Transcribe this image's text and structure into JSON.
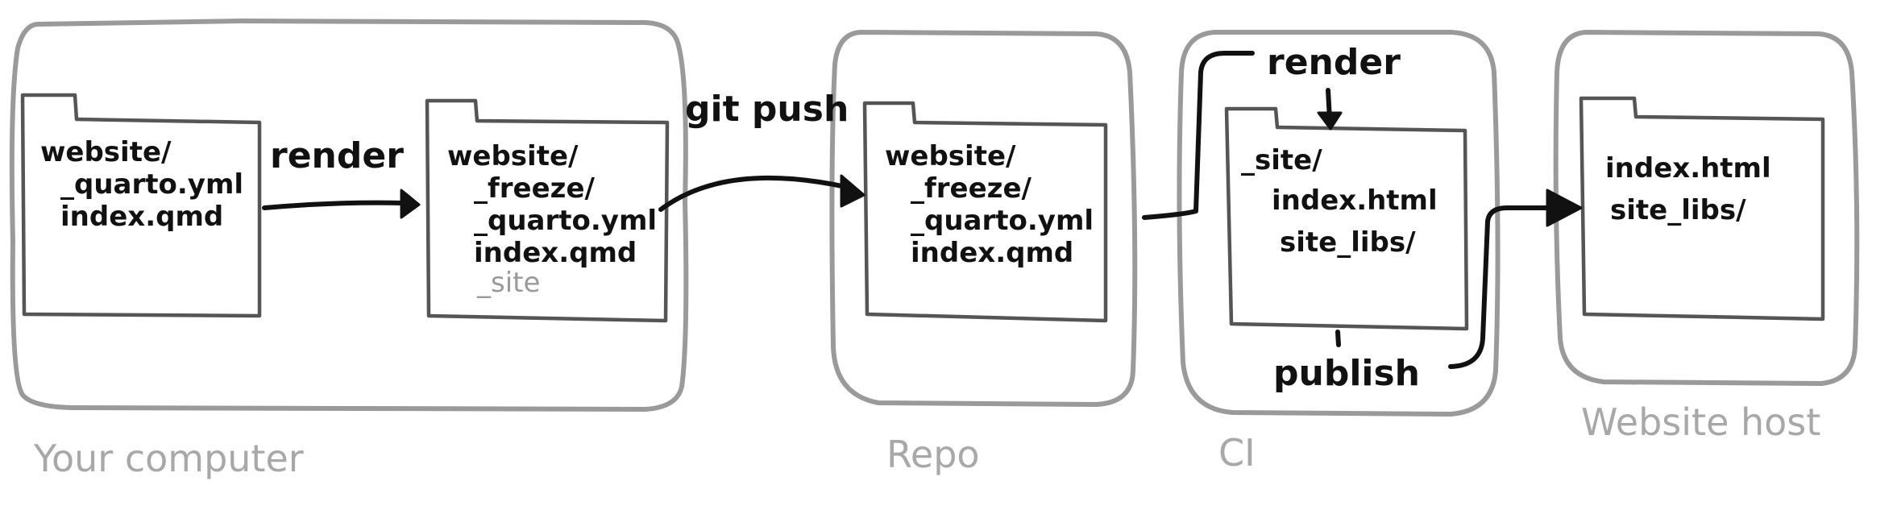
{
  "panels": [
    {
      "label": "Your computer",
      "folders": [
        {
          "lines": [
            {
              "text": "website/",
              "muted": false
            },
            {
              "text": "_quarto.yml",
              "muted": false
            },
            {
              "text": "index.qmd",
              "muted": false
            }
          ]
        },
        {
          "lines": [
            {
              "text": "website/",
              "muted": false
            },
            {
              "text": "_freeze/",
              "muted": false
            },
            {
              "text": "_quarto.yml",
              "muted": false
            },
            {
              "text": "index.qmd",
              "muted": false
            },
            {
              "text": "_site",
              "muted": true
            }
          ]
        }
      ]
    },
    {
      "label": "Repo",
      "folders": [
        {
          "lines": [
            {
              "text": "website/",
              "muted": false
            },
            {
              "text": "_freeze/",
              "muted": false
            },
            {
              "text": "_quarto.yml",
              "muted": false
            },
            {
              "text": "index.qmd",
              "muted": false
            }
          ]
        }
      ]
    },
    {
      "label": "CI",
      "folders": [
        {
          "lines": [
            {
              "text": "_site/",
              "muted": false
            },
            {
              "text": "index.html",
              "muted": false
            },
            {
              "text": "site_libs/",
              "muted": false
            }
          ]
        }
      ]
    },
    {
      "label": "Website host",
      "folders": [
        {
          "lines": [
            {
              "text": "index.html",
              "muted": false
            },
            {
              "text": "site_libs/",
              "muted": false
            }
          ]
        }
      ]
    }
  ],
  "edges": [
    {
      "label": "render"
    },
    {
      "label": "git push"
    },
    {
      "label": "render"
    },
    {
      "label": "publish"
    }
  ],
  "colors": {
    "ink": "#111111",
    "panel_outline": "#9a9a9a",
    "folder_outline": "#555555",
    "muted_text": "#9a9a9a",
    "panel_label": "#a8a8a8"
  }
}
